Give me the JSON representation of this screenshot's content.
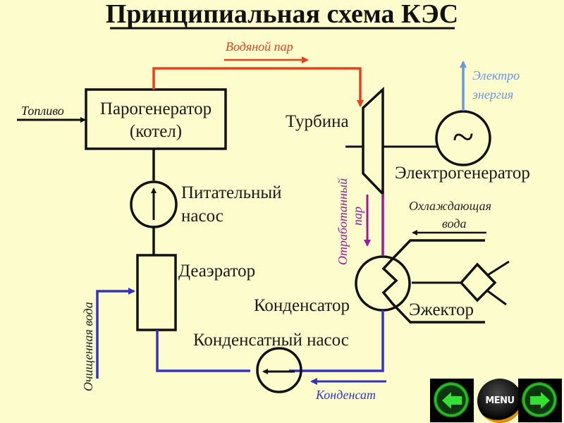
{
  "title": "Принципиальная схема КЭС",
  "components": {
    "steam_generator": {
      "line1": "Парогенератор",
      "line2": "(котел)"
    },
    "turbine": "Турбина",
    "generator": "Электрогенератор",
    "generator_symbol": "~",
    "feed_pump": {
      "line1": "Питательный",
      "line2": "насос"
    },
    "deaerator": "Деаэратор",
    "condenser": "Конденсатор",
    "ejector": "Эжектор",
    "condensate_pump": "Конденсатный насос"
  },
  "flows": {
    "fuel": "Топливо",
    "steam": "Водяной пар",
    "electricity": {
      "line1": "Электро",
      "line2": "энергия"
    },
    "exhaust_steam": {
      "line1": "Отработанный",
      "line2": "пар"
    },
    "cooling_water": {
      "line1": "Охлаждающая",
      "line2": "вода"
    },
    "purified_water": "Очищенная вода",
    "condensate": "Конденсат"
  },
  "colors": {
    "background": "#fdfccc",
    "steam": "#e8401c",
    "electricity": "#6a96e0",
    "exhaust_steam": "#9a1a9a",
    "water": "#3434c0",
    "lines": "#111111"
  },
  "nav": {
    "prev_icon": "arrow-left-icon",
    "menu_label": "MENU",
    "next_icon": "arrow-right-icon"
  }
}
